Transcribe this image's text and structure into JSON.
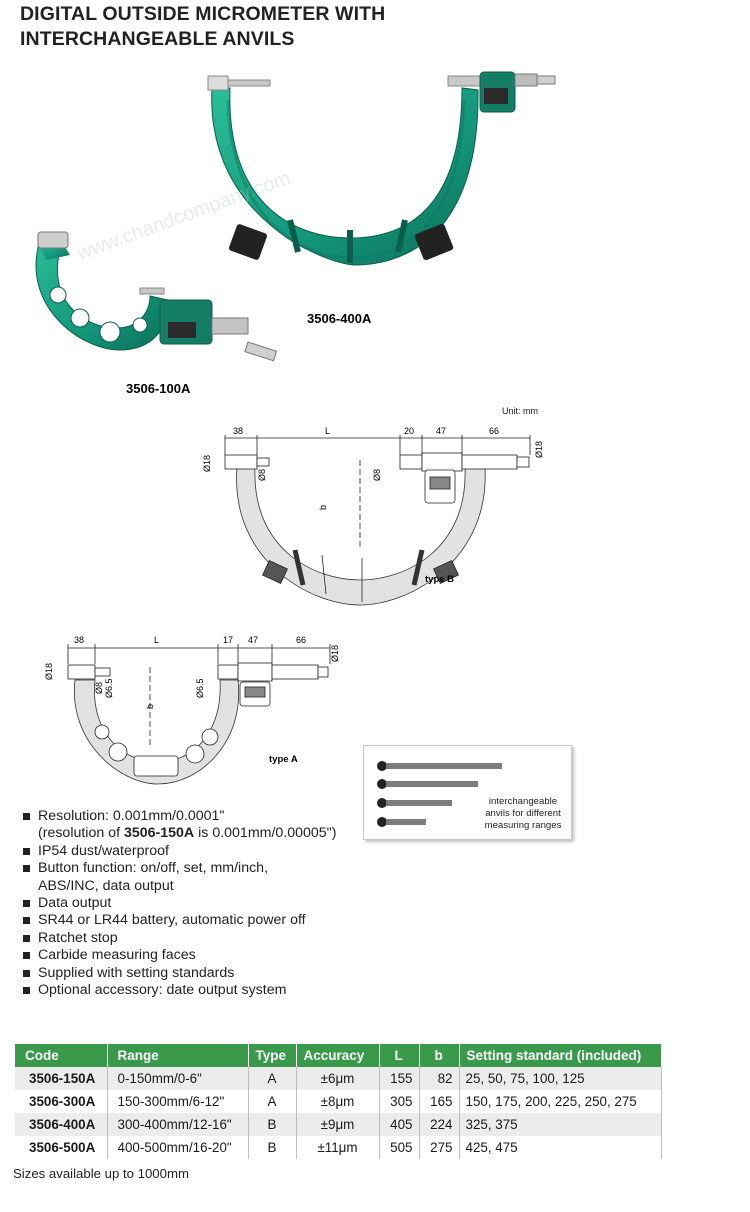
{
  "title": {
    "line1": "DIGITAL OUTSIDE MICROMETER WITH",
    "line2": "INTERCHANGEABLE ANVILS"
  },
  "photos": {
    "large_label": "3506-400A",
    "small_label": "3506-100A"
  },
  "diagram": {
    "unit": "Unit: mm",
    "type_b": {
      "label": "type B",
      "dims": {
        "left_len": "38",
        "span": "L",
        "spindle_gap": "20",
        "head": "47",
        "thimble": "66",
        "dia_left": "Ø18",
        "dia_right": "Ø18",
        "anvil_left": "Ø8",
        "anvil_right": "Ø8",
        "depth": "b"
      }
    },
    "type_a": {
      "label": "type A",
      "dims": {
        "left_len": "38",
        "span": "L",
        "spindle_gap": "17",
        "head": "47",
        "thimble": "66",
        "dia_left": "Ø18",
        "dia_right": "Ø18",
        "anvil_a": "Ø8",
        "anvil_b": "Ø6.5",
        "anvil_right": "Ø6.5",
        "depth": "b"
      }
    }
  },
  "anvils": {
    "caption_line1": "interchangeable",
    "caption_line2": "anvils for different",
    "caption_line3": "measuring ranges"
  },
  "features": [
    {
      "text": "Resolution: 0.001mm/0.0001\"",
      "sub_pre": "(resolution of ",
      "sub_bold": "3506-150A",
      "sub_post": " is 0.001mm/0.00005\")"
    },
    {
      "text": "IP54 dust/waterproof"
    },
    {
      "text": "Button function: on/off, set, mm/inch,",
      "sub_plain": "ABS/INC, data output"
    },
    {
      "text": "Data output"
    },
    {
      "text": "SR44 or LR44 battery, automatic power off"
    },
    {
      "text": "Ratchet stop"
    },
    {
      "text": "Carbide measuring faces"
    },
    {
      "text": "Supplied with setting standards"
    },
    {
      "text": "Optional accessory: date output system"
    }
  ],
  "table": {
    "headers": [
      "Code",
      "Range",
      "Type",
      "Accuracy",
      "L",
      "b",
      "Setting standard (included)"
    ],
    "rows": [
      [
        "3506-150A",
        "0-150mm/0-6\"",
        "A",
        "±6μm",
        "155",
        "82",
        "25, 50, 75, 100, 125"
      ],
      [
        "3506-300A",
        "150-300mm/6-12\"",
        "A",
        "±8μm",
        "305",
        "165",
        "150, 175, 200, 225, 250, 275"
      ],
      [
        "3506-400A",
        "300-400mm/12-16\"",
        "B",
        "±9μm",
        "405",
        "224",
        "325, 375"
      ],
      [
        "3506-500A",
        "400-500mm/16-20\"",
        "B",
        "±11μm",
        "505",
        "275",
        "425, 475"
      ]
    ]
  },
  "footnote": "Sizes available up to 1000mm",
  "watermark": "www.chandcompany.com",
  "colors": {
    "frame_green": "#1aa283",
    "table_header": "#3a9a4c",
    "row_shade": "#ececec"
  }
}
